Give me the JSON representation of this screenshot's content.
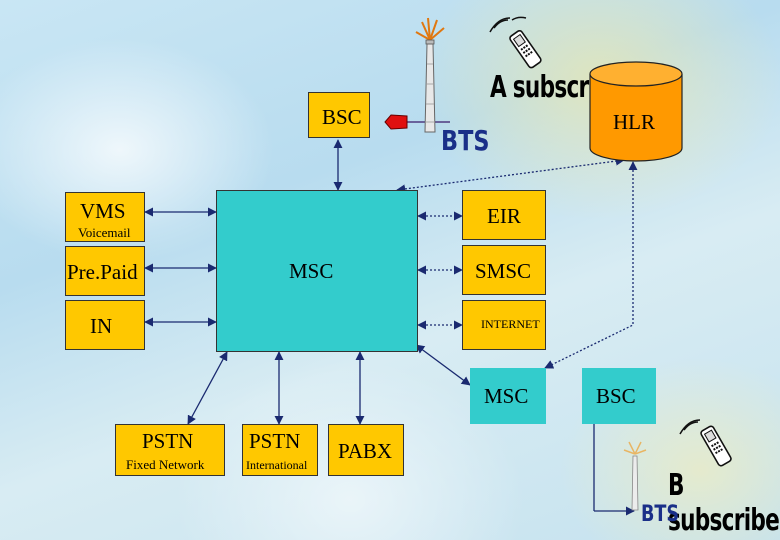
{
  "nodes": {
    "bsc_top": "BSC",
    "hlr": "HLR",
    "bts_top": "BTS",
    "a_subscriber": "A subscriber",
    "vms": "VMS",
    "vms_sub": "Voicemail",
    "eir": "EIR",
    "prepaid": "Pre.Paid",
    "msc_main": "MSC",
    "smsc": "SMSC",
    "in": "IN",
    "internet": "INTERNET",
    "msc_second": "MSC",
    "bsc_right": "BSC",
    "pstn_fixed": "PSTN",
    "pstn_fixed_sub": "Fixed Network",
    "pstn_intl": "PSTN",
    "pstn_intl_sub": "International",
    "pabx": "PABX",
    "b_subscriber": "B subscriber",
    "bts_bottom": "BTS"
  },
  "colors": {
    "box_yellow": "#ffc800",
    "box_cyan": "#33cccc",
    "hlr_cylinder": "#ff9900",
    "bts_text": "#1a2f88",
    "line": "#1a2a70"
  },
  "icons": [
    "bsc-connector-icon",
    "antenna-mast-icon",
    "mobile-phone-icon"
  ]
}
